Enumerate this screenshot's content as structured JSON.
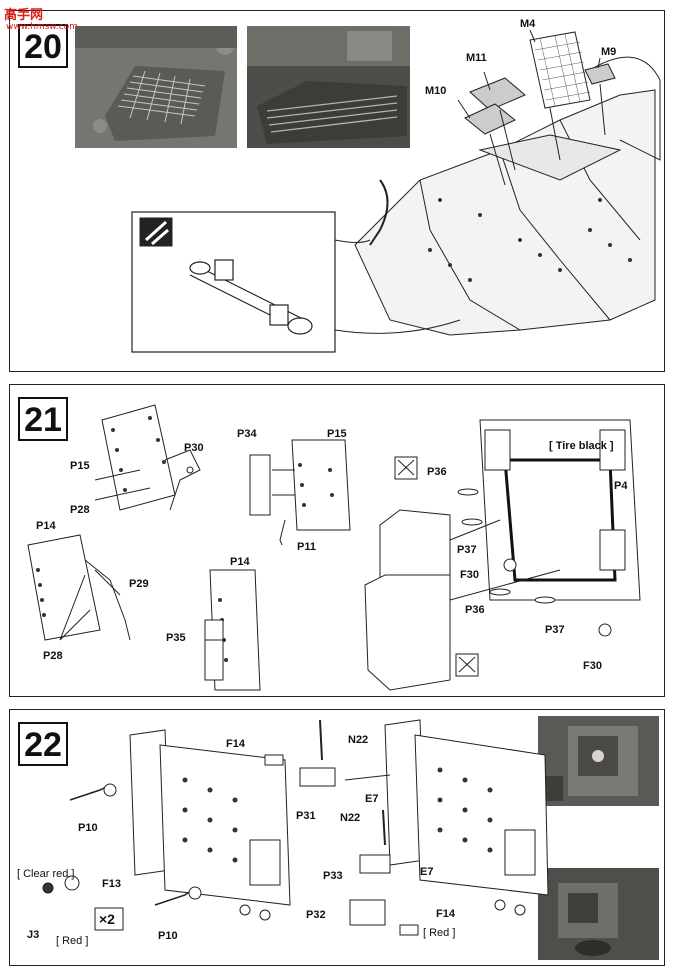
{
  "watermark": {
    "site_name": "高手网",
    "url": "www.hmsw.com"
  },
  "steps": [
    {
      "number": "20",
      "labels": {
        "m4": "M4",
        "m11": "M11",
        "m9": "M9",
        "m10": "M10"
      }
    },
    {
      "number": "21",
      "labels": {
        "p30": "P30",
        "p15a": "P15",
        "p28a": "P28",
        "p34": "P34",
        "p15b": "P15",
        "p11": "P11",
        "p14a": "P14",
        "p29": "P29",
        "p28b": "P28",
        "p14b": "P14",
        "p35": "P35",
        "p36a": "P36",
        "p37a": "P37",
        "p4": "P4",
        "f30a": "F30",
        "p36b": "P36",
        "p37b": "P37",
        "f30b": "F30"
      },
      "paint_note": "[ Tire black ]"
    },
    {
      "number": "22",
      "labels": {
        "f14a": "F14",
        "n22a": "N22",
        "p31": "P31",
        "e7a": "E7",
        "n22b": "N22",
        "e7b": "E7",
        "p10a": "P10",
        "f13": "F13",
        "j3": "J3",
        "p33": "P33",
        "p32": "P32",
        "f14b": "F14",
        "p10b": "P10"
      },
      "paint_notes": {
        "clear_red": "[ Clear red ]",
        "red_a": "[ Red ]",
        "red_b": "[ Red ]"
      },
      "multiplier": "×2"
    }
  ]
}
